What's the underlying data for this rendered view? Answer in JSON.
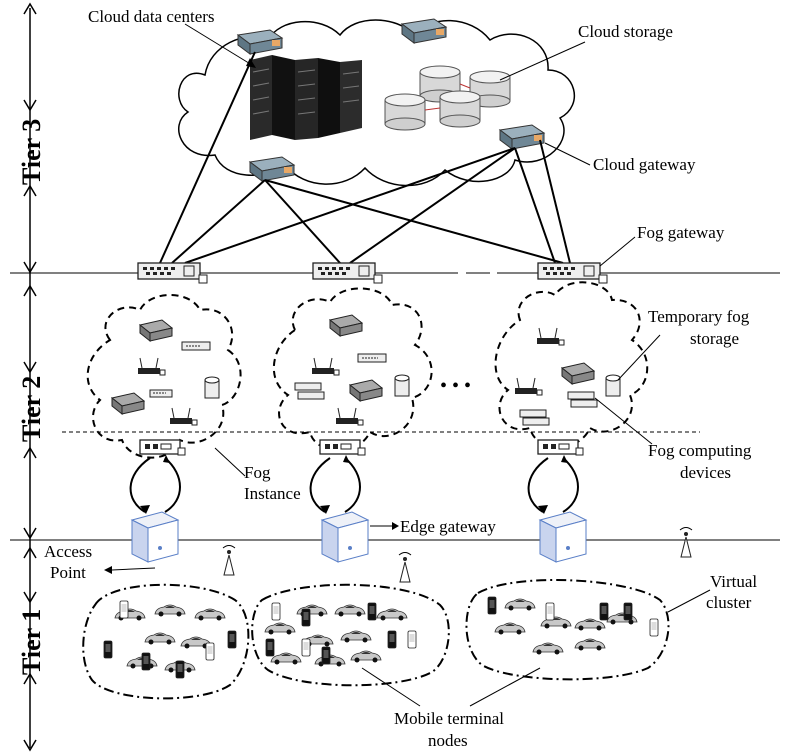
{
  "tiers": {
    "tier3": "Tier 3",
    "tier2": "Tier 2",
    "tier1": "Tier 1"
  },
  "labels": {
    "cloud_data_centers": "Cloud data centers",
    "cloud_storage": "Cloud storage",
    "cloud_gateway": "Cloud gateway",
    "fog_gateway": "Fog gateway",
    "temporary_fog_storage_line1": "Temporary fog",
    "temporary_fog_storage_line2": "storage",
    "fog_computing_devices_line1": "Fog computing",
    "fog_computing_devices_line2": "devices",
    "fog_instance_line1": "Fog",
    "fog_instance_line2": "Instance",
    "edge_gateway": "Edge gateway",
    "access_point_line1": "Access",
    "access_point_line2": "Point",
    "virtual_cluster_line1": "Virtual",
    "virtual_cluster_line2": "cluster",
    "mobile_terminal_nodes_line1": "Mobile terminal",
    "mobile_terminal_nodes_line2": "nodes",
    "ellipsis": "• • •"
  },
  "icons": {
    "server_rack": "server-rack-icon",
    "database": "database-icon",
    "gateway": "gateway-icon",
    "switch": "network-switch-icon",
    "router": "wifi-router-icon",
    "edge_server": "edge-server-icon",
    "antenna": "antenna-icon",
    "car": "car-icon",
    "phone": "phone-icon"
  },
  "colors": {
    "gateway_body": "#6f8796",
    "gateway_accent": "#e8a866",
    "server_dark": "#1b1b1b",
    "edge_server_blue": "#5a7fc7"
  }
}
